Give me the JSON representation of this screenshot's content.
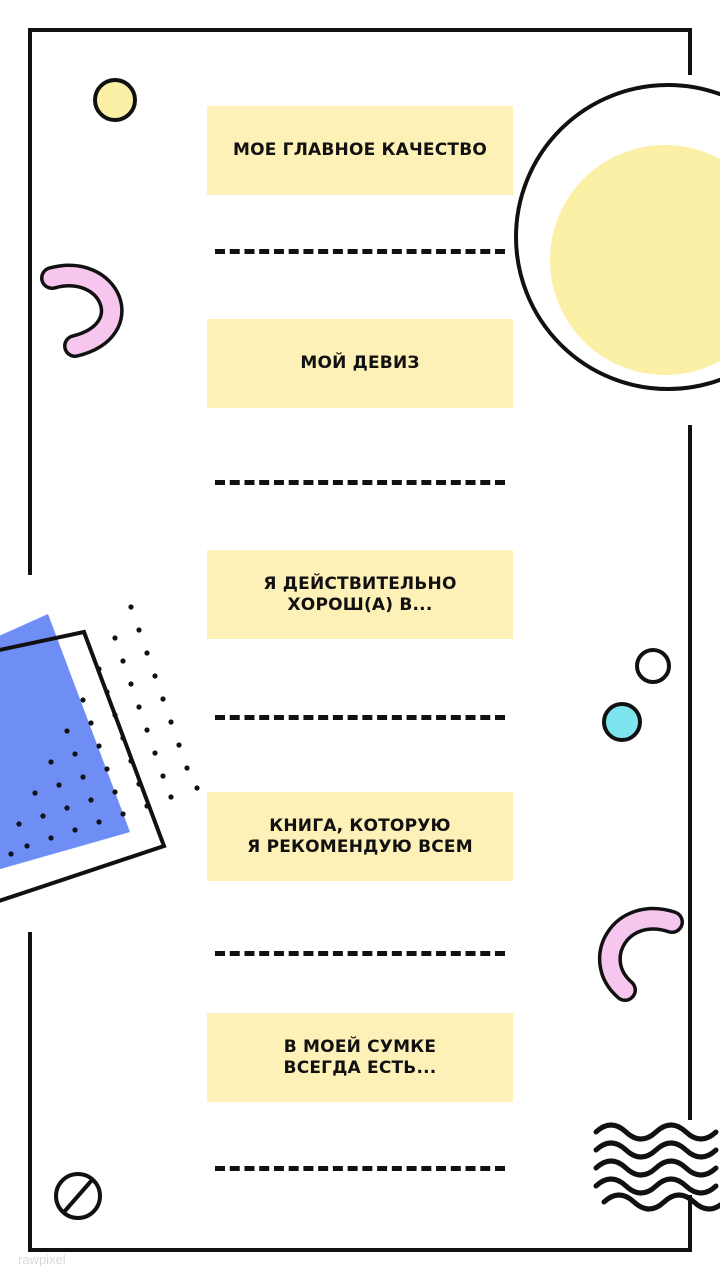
{
  "sections": [
    {
      "title": "МОЕ ГЛАВНОЕ КАЧЕСТВО"
    },
    {
      "title": "МОЙ ДЕВИЗ"
    },
    {
      "title": "Я ДЕЙСТВИТЕЛЬНО\nХОРОШ(А) В..."
    },
    {
      "title": "КНИГА, КОТОРУЮ\nЯ РЕКОМЕНДУЮ ВСЕМ"
    },
    {
      "title": "В МОЕЙ СУМКЕ\nВСЕГДА ЕСТЬ..."
    }
  ],
  "watermark": "rawpixel",
  "colors": {
    "label_bg": "#fdf1b7",
    "yellow": "#fcefa6",
    "pink": "#f6c6ee",
    "blue": "#6f8ef5",
    "cyan": "#7ee4ee",
    "ink": "#111111"
  },
  "decorations": [
    "frame",
    "sun-circle",
    "pink-arc",
    "blue-square",
    "dot-grid",
    "cyan-dot",
    "zigzag-waves",
    "no-sign-icon"
  ]
}
